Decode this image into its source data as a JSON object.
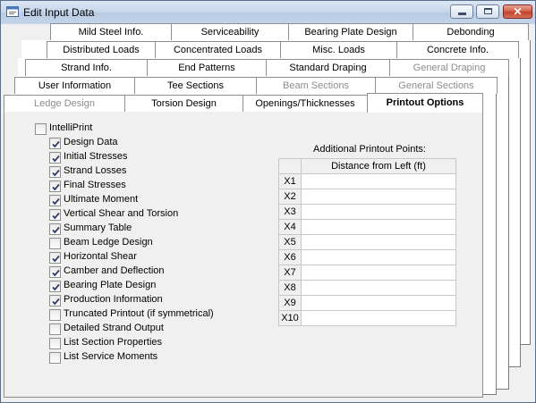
{
  "window": {
    "title": "Edit Input Data",
    "close_glyph": "✕"
  },
  "tabs": {
    "row1": [
      {
        "label": "Mild Steel Info.",
        "disabled": false
      },
      {
        "label": "Serviceability",
        "disabled": false
      },
      {
        "label": "Bearing Plate Design",
        "disabled": false
      },
      {
        "label": "Debonding",
        "disabled": false
      }
    ],
    "row2": [
      {
        "label": "Distributed Loads",
        "disabled": false
      },
      {
        "label": "Concentrated Loads",
        "disabled": false
      },
      {
        "label": "Misc. Loads",
        "disabled": false
      },
      {
        "label": "Concrete Info.",
        "disabled": false
      }
    ],
    "row3": [
      {
        "label": "Strand Info.",
        "disabled": false
      },
      {
        "label": "End Patterns",
        "disabled": false
      },
      {
        "label": "Standard Draping",
        "disabled": false
      },
      {
        "label": "General Draping",
        "disabled": true
      }
    ],
    "row4": [
      {
        "label": "User Information",
        "disabled": false
      },
      {
        "label": "Tee Sections",
        "disabled": false
      },
      {
        "label": "Beam Sections",
        "disabled": true
      },
      {
        "label": "General Sections",
        "disabled": true
      }
    ],
    "row5": [
      {
        "label": "Ledge Design",
        "disabled": true
      },
      {
        "label": "Torsion Design",
        "disabled": false
      },
      {
        "label": "Openings/Thicknesses",
        "disabled": false
      },
      {
        "label": "Printout Options",
        "disabled": false,
        "active": true
      }
    ]
  },
  "options": {
    "intelliprint": {
      "label": "IntelliPrint",
      "checked": false
    },
    "items": [
      {
        "label": "Design Data",
        "checked": true
      },
      {
        "label": "Initial Stresses",
        "checked": true
      },
      {
        "label": "Strand Losses",
        "checked": true
      },
      {
        "label": "Final Stresses",
        "checked": true
      },
      {
        "label": "Ultimate Moment",
        "checked": true
      },
      {
        "label": "Vertical Shear and Torsion",
        "checked": true
      },
      {
        "label": "Summary Table",
        "checked": true
      },
      {
        "label": "Beam Ledge Design",
        "checked": false
      },
      {
        "label": "Horizontal Shear",
        "checked": true
      },
      {
        "label": "Camber and Deflection",
        "checked": true
      },
      {
        "label": "Bearing Plate Design",
        "checked": true
      },
      {
        "label": "Production Information",
        "checked": true
      },
      {
        "label": "Truncated Printout (if symmetrical)",
        "checked": false
      },
      {
        "label": "Detailed Strand Output",
        "checked": false
      },
      {
        "label": "List Section Properties",
        "checked": false
      },
      {
        "label": "List Service Moments",
        "checked": false
      }
    ]
  },
  "points": {
    "caption": "Additional Printout Points:",
    "column_header": "Distance from Left (ft)",
    "rows": [
      {
        "label": "X1",
        "value": ""
      },
      {
        "label": "X2",
        "value": ""
      },
      {
        "label": "X3",
        "value": ""
      },
      {
        "label": "X4",
        "value": ""
      },
      {
        "label": "X5",
        "value": ""
      },
      {
        "label": "X6",
        "value": ""
      },
      {
        "label": "X7",
        "value": ""
      },
      {
        "label": "X8",
        "value": ""
      },
      {
        "label": "X9",
        "value": ""
      },
      {
        "label": "X10",
        "value": ""
      }
    ]
  },
  "icons": {
    "app": "app-window-icon",
    "minimize": "minimize-icon",
    "maximize": "maximize-icon",
    "close": "close-icon",
    "check": "check-icon"
  }
}
